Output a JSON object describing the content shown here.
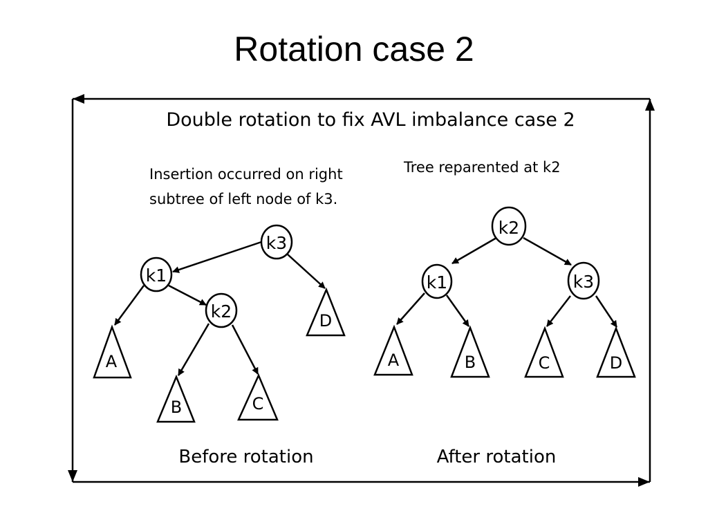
{
  "slide": {
    "title": "Rotation case 2"
  },
  "figure": {
    "heading": "Double rotation to fix AVL imbalance case 2",
    "before": {
      "note_line1": "Insertion occurred on right",
      "note_line2": "subtree of left node of k3.",
      "caption": "Before rotation",
      "nodes": {
        "k3": "k3",
        "k1": "k1",
        "k2": "k2"
      },
      "subtrees": {
        "A": "A",
        "B": "B",
        "C": "C",
        "D": "D"
      }
    },
    "after": {
      "note": "Tree reparented at k2",
      "caption": "After rotation",
      "nodes": {
        "k2": "k2",
        "k1": "k1",
        "k3": "k3"
      },
      "subtrees": {
        "A": "A",
        "B": "B",
        "C": "C",
        "D": "D"
      }
    }
  }
}
